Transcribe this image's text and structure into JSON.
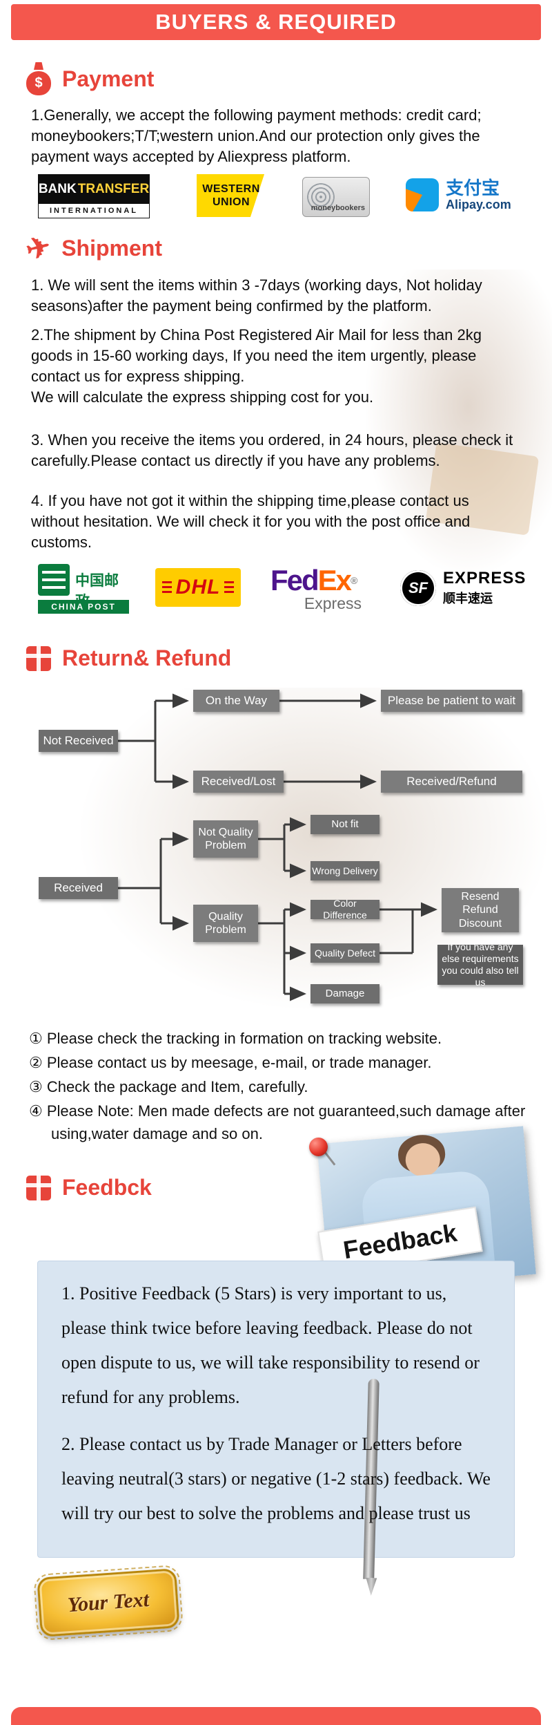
{
  "banner": {
    "title": "BUYERS & REQUIRED"
  },
  "icons": {
    "dollar": "$",
    "plane": "✈"
  },
  "payment": {
    "title": "Payment",
    "body": "1.Generally, we accept the following payment methods: credit card; moneybookers;T/T;western union.And our protection only gives the payment ways accepted by Aliexpress platform.",
    "logos": {
      "bank_transfer": {
        "word1": "BANK",
        "word2": "TRANSFER",
        "word3": "INTERNATIONAL"
      },
      "western_union": {
        "line1": "WESTERN",
        "line2": "UNION"
      },
      "moneybookers": {
        "label": "moneybookers"
      },
      "alipay": {
        "cn": "支付宝",
        "en": "Alipay.com"
      }
    }
  },
  "shipment": {
    "title": "Shipment",
    "paras": [
      "1. We will sent the items within 3 -7days (working days, Not holiday seasons)after the payment being confirmed by the platform.",
      "2.The shipment by China Post Registered Air Mail for less than 2kg goods in 15-60 working days, If  you need the item urgently, please contact us for express shipping.\nWe will calculate the express shipping cost for you.",
      "3. When you receive the items you ordered, in 24 hours, please check it carefully.Please contact us directly if you have any problems.",
      "4. If you have not got it within the shipping time,please contact us without hesitation. We will check it for you with the post office and customs."
    ],
    "logos": {
      "china_post": {
        "cn": "中国邮政",
        "en": "CHINA POST"
      },
      "dhl": {
        "label": "DHL"
      },
      "fedex": {
        "fed": "Fed",
        "ex": "Ex",
        "reg": "®",
        "sub": "Express"
      },
      "sf": {
        "abbr": "SF",
        "express": "EXPRESS",
        "cn": "顺丰速运"
      }
    }
  },
  "returns": {
    "title": "Return& Refund",
    "flow": {
      "not_received": "Not Received",
      "on_the_way": "On the Way",
      "be_patient": "Please be patient to wait",
      "received_lost": "Received/Lost",
      "received_refund": "Received/Refund",
      "received": "Received",
      "not_quality": "Not Quality Problem",
      "quality": "Quality Problem",
      "not_fit": "Not fit",
      "wrong_delivery": "Wrong Delivery",
      "color_difference": "Color Difference",
      "quality_defect": "Quality Defect",
      "damage": "Damage",
      "resend": "Resend\nRefund\nDiscount",
      "else_note": "If you have any else requirements you could also tell us"
    },
    "notes": [
      "① Please check the tracking in formation on tracking website.",
      "② Please contact us by meesage, e-mail, or trade manager.",
      "③ Check the package and Item, carefully.",
      "④ Please Note: Men made defects  are not guaranteed,such damage after using,water damage and so on."
    ]
  },
  "feedback": {
    "title": "Feedbck",
    "sign": "Feedback",
    "paras": [
      "1. Positive Feedback (5 Stars) is very important to us, please think twice before leaving feedback. Please do not open dispute to us,   we will take responsibility to resend or refund for any problems.",
      "2. Please contact us by Trade Manager or Letters before leaving neutral(3 stars) or negative (1-2 stars) feedback. We will try our best to solve the problems and please trust us"
    ]
  },
  "badge": {
    "text": "Your Text"
  }
}
